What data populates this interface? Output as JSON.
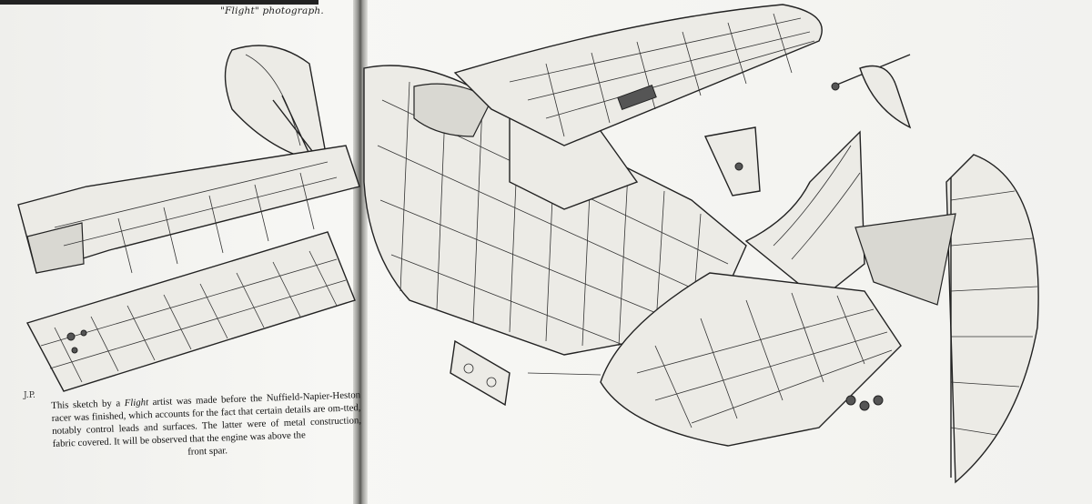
{
  "header": {
    "credit_text": "\"Flight\" photograph."
  },
  "illustration": {
    "artist_initials": "J.P."
  },
  "caption": {
    "prefix": "This sketch by a ",
    "magazine_name": "Flight",
    "body": " artist was made before the Nuffield-Napier-Heston racer was finished, which accounts for the fact that certain details are om-tted, notably control leads and surfaces. The latter were of metal construction, fabric covered. It will be observed that the engine was above the",
    "end": "front spar."
  }
}
